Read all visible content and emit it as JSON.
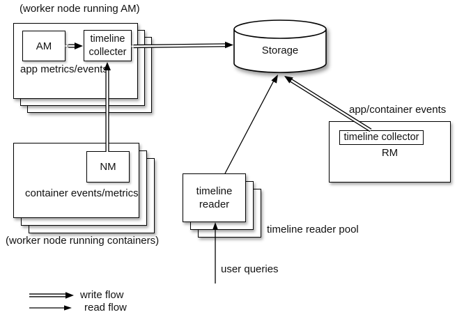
{
  "worker_am": {
    "caption": "(worker node running AM)",
    "am_label": "AM",
    "collector_label": "timeline\ncollecter",
    "note": "app metrics/events"
  },
  "storage": {
    "label": "Storage"
  },
  "rm": {
    "events_label": "app/container events",
    "collector_label": "timeline collector",
    "label": "RM"
  },
  "worker_nm": {
    "nm_label": "NM",
    "note": "container events/metrics",
    "caption": "(worker node running containers)"
  },
  "reader": {
    "label": "timeline\nreader",
    "pool_label": "timeline reader pool",
    "queries_label": "user queries"
  },
  "legend": {
    "write_label": "write flow",
    "read_label": "read flow"
  },
  "colors": {
    "line": "#000000",
    "box_fill": "#ffffff",
    "background": "#ffffff",
    "text": "#111111",
    "shadow": "rgba(0,0,0,0.35)"
  }
}
